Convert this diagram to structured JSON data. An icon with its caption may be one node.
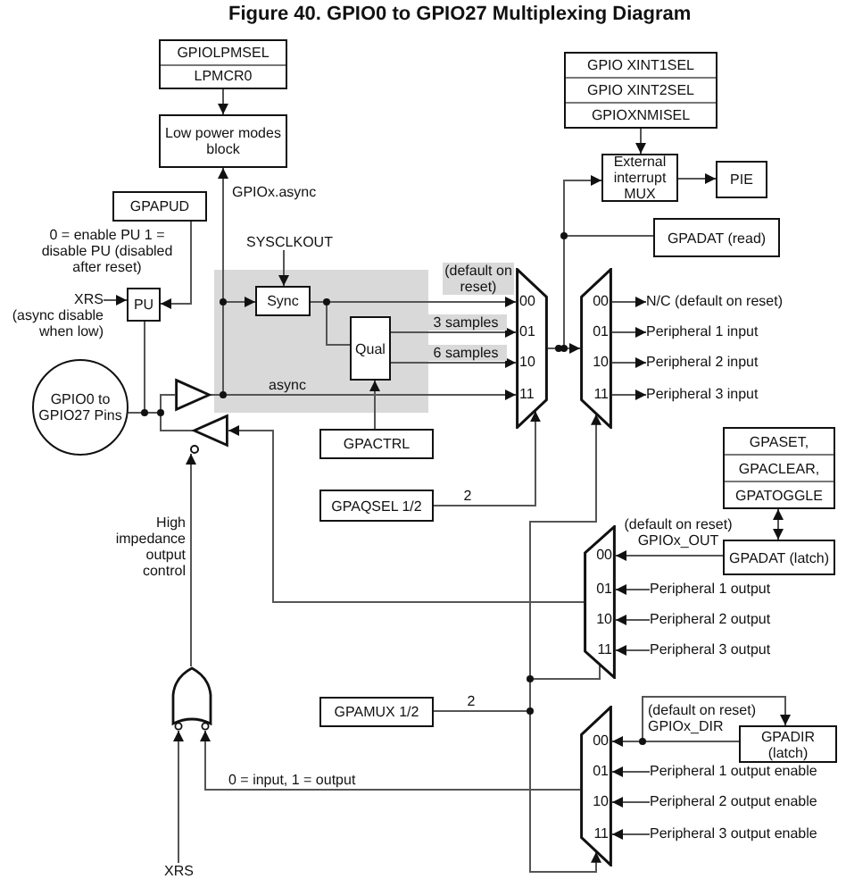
{
  "diagram": {
    "title": "Figure 40. GPIO0 to GPIO27 Multiplexing Diagram",
    "nodes": [
      {
        "text": [
          "GPIOLPMSEL",
          "LPMCR0"
        ]
      },
      {
        "text": [
          "Low power modes block"
        ]
      },
      {
        "text": [
          "GPAPUD"
        ]
      },
      {
        "text": [
          "PU"
        ]
      },
      {
        "text": [
          "GPIO0 to GPIO27 Pins"
        ]
      },
      {
        "text": [],
        "shape": "triangle"
      },
      {
        "text": [],
        "shape": "triangle"
      },
      {
        "text": [
          "Sync"
        ]
      },
      {
        "text": [
          "Qual"
        ]
      },
      {
        "text": [
          "GPACTRL"
        ]
      },
      {
        "text": [
          "GPAQSEL 1/2"
        ]
      },
      {
        "text": [
          "00",
          "01",
          "10",
          "11"
        ]
      },
      {
        "text": [
          "00",
          "01",
          "10",
          "11"
        ]
      },
      {
        "text": [
          "GPIO XINT1SEL",
          "GPIO XINT2SEL",
          "GPIOXNMISEL"
        ]
      },
      {
        "text": [
          "External interrupt MUX"
        ]
      },
      {
        "text": [
          "PIE"
        ]
      },
      {
        "text": [
          "GPADAT (read)"
        ]
      },
      {
        "text": [
          "N/C (default on reset)"
        ]
      },
      {
        "text": [
          "Peripheral 1 input"
        ]
      },
      {
        "text": [
          "Peripheral 2 input"
        ]
      },
      {
        "text": [
          "Peripheral 3 input"
        ]
      },
      {
        "text": [
          "GPASET,",
          "GPACLEAR,",
          "GPATOGGLE"
        ]
      },
      {
        "text": [
          "GPADAT (latch)"
        ]
      },
      {
        "text": [
          "00",
          "01",
          "10",
          "11"
        ]
      },
      {
        "text": [
          "Peripheral 1 output"
        ]
      },
      {
        "text": [
          "Peripheral 2 output"
        ]
      },
      {
        "text": [
          "Peripheral 3 output"
        ]
      },
      {
        "text": [
          "GPAMUX 1/2"
        ]
      },
      {
        "text": [
          "00",
          "01",
          "10",
          "11"
        ]
      },
      {
        "text": [
          "GPADIR (latch)"
        ]
      },
      {
        "text": [
          "Peripheral 1 output enable"
        ]
      },
      {
        "text": [
          "Peripheral 2 output enable"
        ]
      },
      {
        "text": [
          "Peripheral 3 output enable"
        ]
      },
      {
        "text": [],
        "shape": "gate"
      },
      {
        "text": [
          "XRS"
        ]
      },
      {
        "text": [
          "XRS",
          "(async disable when low)"
        ]
      },
      {
        "text": [
          "SYSCLKOUT"
        ]
      }
    ],
    "edges": [
      {
        "from": 0,
        "to": 1,
        "arrow": "to"
      },
      {
        "from": 2,
        "to": 3,
        "arrow": "to",
        "label": "0 = enable PU 1 = disable PU (disabled after reset)"
      },
      {
        "from": 35,
        "to": 3,
        "arrow": "to"
      },
      {
        "from": 3,
        "to": 4,
        "arrow": "none"
      },
      {
        "from": 4,
        "to": 5,
        "arrow": "none"
      },
      {
        "from": 6,
        "to": 4,
        "arrow": "none"
      },
      {
        "from": 5,
        "to": 1,
        "arrow": "to",
        "label": "GPIOx.async"
      },
      {
        "from": 36,
        "to": 7,
        "arrow": "to"
      },
      {
        "from": 5,
        "to": 7,
        "arrow": "to"
      },
      {
        "from": 7,
        "to": 8,
        "arrow": "none"
      },
      {
        "from": 7,
        "to": 11,
        "arrow": "to",
        "label": "(default on reset)"
      },
      {
        "from": 8,
        "to": 11,
        "arrow": "to",
        "label": "3 samples"
      },
      {
        "from": 8,
        "to": 11,
        "arrow": "to",
        "label": "6 samples"
      },
      {
        "from": 5,
        "to": 11,
        "arrow": "to",
        "label": "async"
      },
      {
        "from": 9,
        "to": 8,
        "arrow": "to"
      },
      {
        "from": 10,
        "to": 11,
        "arrow": "to",
        "label": "2"
      },
      {
        "from": 11,
        "to": 12,
        "arrow": "to"
      },
      {
        "from": 11,
        "to": 14,
        "arrow": "to"
      },
      {
        "from": 11,
        "to": 16,
        "arrow": "none"
      },
      {
        "from": 13,
        "to": 14,
        "arrow": "to"
      },
      {
        "from": 14,
        "to": 15,
        "arrow": "to"
      },
      {
        "from": 12,
        "to": 17,
        "arrow": "to"
      },
      {
        "from": 12,
        "to": 18,
        "arrow": "to"
      },
      {
        "from": 12,
        "to": 19,
        "arrow": "to"
      },
      {
        "from": 12,
        "to": 20,
        "arrow": "to"
      },
      {
        "from": 21,
        "to": 22,
        "arrow": "both"
      },
      {
        "from": 22,
        "to": 23,
        "arrow": "to",
        "label": "(default on reset) GPIOx_OUT"
      },
      {
        "from": 24,
        "to": 23,
        "arrow": "to"
      },
      {
        "from": 25,
        "to": 23,
        "arrow": "to"
      },
      {
        "from": 26,
        "to": 23,
        "arrow": "to"
      },
      {
        "from": 27,
        "to": 12,
        "arrow": "to",
        "label": "2"
      },
      {
        "from": 27,
        "to": 23,
        "arrow": "none"
      },
      {
        "from": 27,
        "to": 28,
        "arrow": "to"
      },
      {
        "from": 29,
        "to": 28,
        "arrow": "to",
        "label": "(default on reset) GPIOx_DIR"
      },
      {
        "from": 29,
        "to": 29,
        "arrow": "to"
      },
      {
        "from": 30,
        "to": 28,
        "arrow": "to"
      },
      {
        "from": 31,
        "to": 28,
        "arrow": "to"
      },
      {
        "from": 32,
        "to": 28,
        "arrow": "to"
      },
      {
        "from": 28,
        "to": 33,
        "arrow": "to",
        "label": "0 = input, 1 = output"
      },
      {
        "from": 34,
        "to": 33,
        "arrow": "to"
      },
      {
        "from": 33,
        "to": 6,
        "arrow": "to",
        "label": "High impedance output control"
      },
      {
        "from": 23,
        "to": 6,
        "arrow": "to"
      }
    ]
  }
}
